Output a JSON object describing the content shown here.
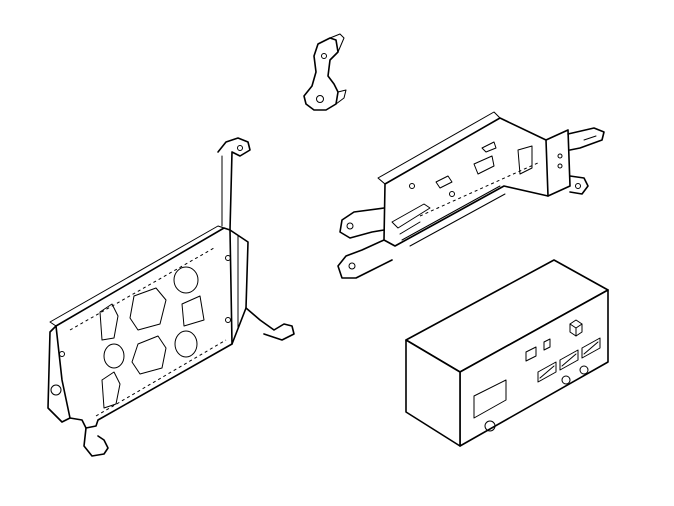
{
  "colors": {
    "line": "#000000",
    "background": "#ffffff"
  },
  "parts": [
    {
      "id": "small-hook-bracket"
    },
    {
      "id": "right-mounting-bracket"
    },
    {
      "id": "left-mounting-bracket"
    },
    {
      "id": "control-box"
    }
  ]
}
